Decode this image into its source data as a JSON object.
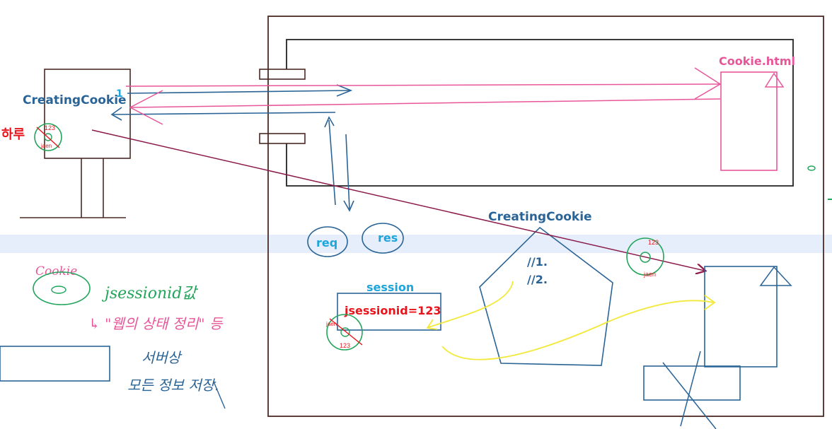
{
  "client": {
    "name": "CreatingCookie",
    "arrow_number": "1",
    "expiry_label": "하루",
    "cookie_value": "123",
    "cookie_owner": "jaen"
  },
  "server": {
    "html_page": "Cookie.html",
    "req_label": "req",
    "res_label": "res",
    "servlet_name": "CreatingCookie",
    "servlet_steps": [
      "//1.",
      "//2."
    ],
    "session_label": "session",
    "session_value": "jsessionid=123",
    "session_cookie_value": "123",
    "session_cookie_owner": "jaen",
    "page_cookie_value": "123",
    "page_cookie_owner": "jaen"
  },
  "notes": {
    "cookie_word": "Cookie",
    "jsession_note": "jsessionid값",
    "arrow_note": "↳ \"웹의 상태 정리\" 등",
    "server_word": "서버상",
    "store_all": "모든 정보 저장."
  },
  "colors": {
    "blue": "#2a6496",
    "cyan": "#1ea5dc",
    "pink": "#e8569a",
    "red": "#e8141c",
    "green": "#21a55a",
    "maroon": "#8b1a4a",
    "yellow": "#f2e93a",
    "brown": "#4a2a24",
    "band": "#e6eefb"
  }
}
